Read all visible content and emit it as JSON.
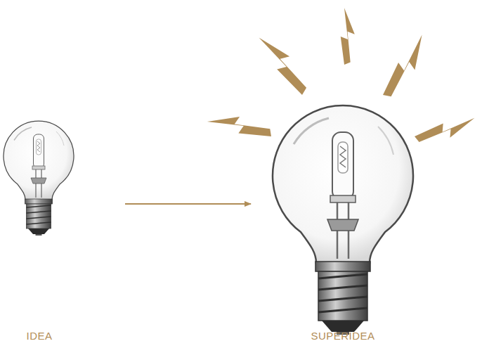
{
  "diagram": {
    "nodes": [
      {
        "text": [
          "IDEA"
        ]
      },
      {
        "text": [
          "SUPERIDEA"
        ]
      }
    ],
    "edges": [
      {
        "from": 0,
        "to": 1,
        "arrow": "to"
      }
    ]
  }
}
